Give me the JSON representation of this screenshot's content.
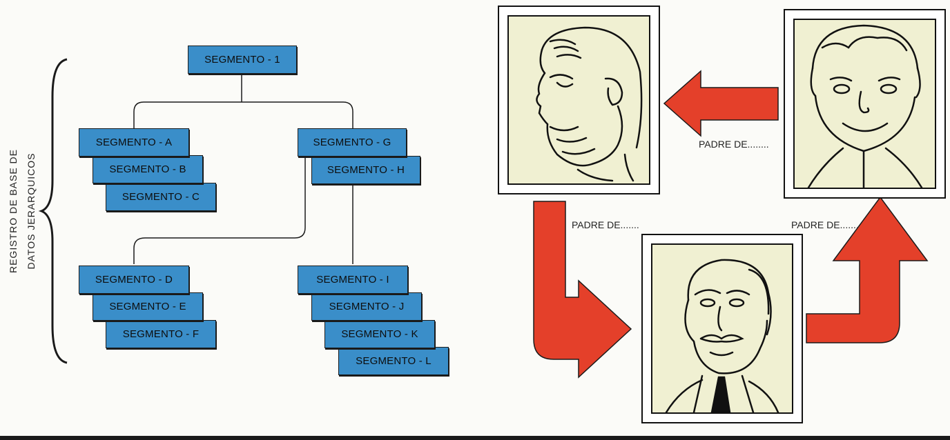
{
  "vertical_label": {
    "line1": "REGISTRO DE BASE DE",
    "line2": "DATOS JERARQUICOS"
  },
  "segments": {
    "s1": "SEGMENTO  - 1",
    "a": "SEGMENTO - A",
    "b": "SEGMENTO - B",
    "c": "SEGMENTO - C",
    "d": "SEGMENTO - D",
    "e": "SEGMENTO - E",
    "f": "SEGMENTO - F",
    "g": "SEGMENTO - G",
    "h": "SEGMENTO - H",
    "i": "SEGMENTO - I",
    "j": "SEGMENTO - J",
    "k": "SEGMENTO - K",
    "l": "SEGMENTO - L"
  },
  "relations": {
    "top": "PADRE DE........",
    "left": "PADRE DE.......",
    "right": "PADRE DE......."
  },
  "portraits": {
    "grandfather": "grandfather-portrait",
    "father": "father-portrait",
    "son": "son-portrait"
  },
  "colors": {
    "segment_fill": "#3a8ec9",
    "arrow": "#e4402a",
    "portrait_bg": "#f0f0d2"
  }
}
